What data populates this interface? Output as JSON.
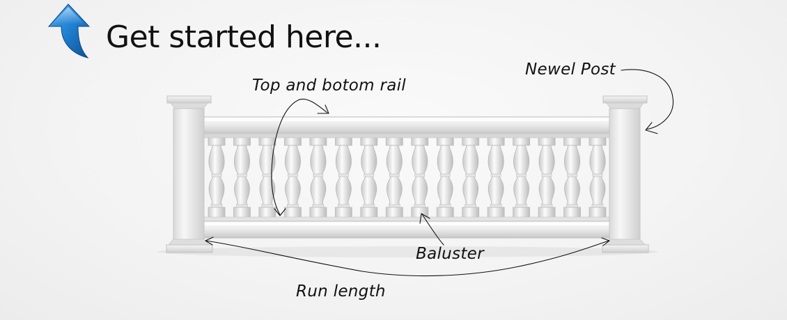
{
  "header": {
    "title": "Get started here...",
    "icon": "up-arrow-icon",
    "accent_color": "#1f7fd0"
  },
  "diagram": {
    "subject": "railing",
    "baluster_count": 16,
    "labels": {
      "newel_post": "Newel Post",
      "rail": "Top and botom rail",
      "baluster": "Baluster",
      "run_length": "Run length"
    }
  }
}
